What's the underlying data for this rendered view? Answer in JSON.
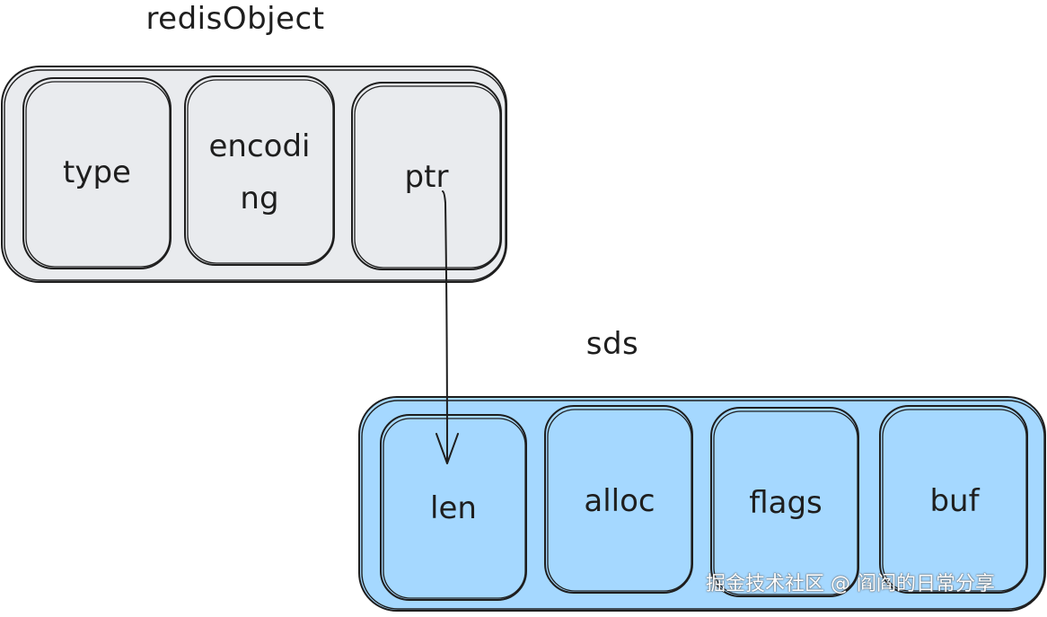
{
  "diagram": {
    "redisObject": {
      "title": "redisObject",
      "fields": {
        "type": "type",
        "encoding_line1": "encodi",
        "encoding_line2": "ng",
        "ptr": "ptr"
      },
      "fill": "#e9ebee"
    },
    "sds": {
      "title": "sds",
      "fields": {
        "len": "len",
        "alloc": "alloc",
        "flags": "flags",
        "buf": "buf"
      },
      "fill": "#a5d8ff"
    },
    "stroke_color": "#1e1e1e"
  },
  "watermark": "掘金技术社区 @ 阎阎的日常分享"
}
